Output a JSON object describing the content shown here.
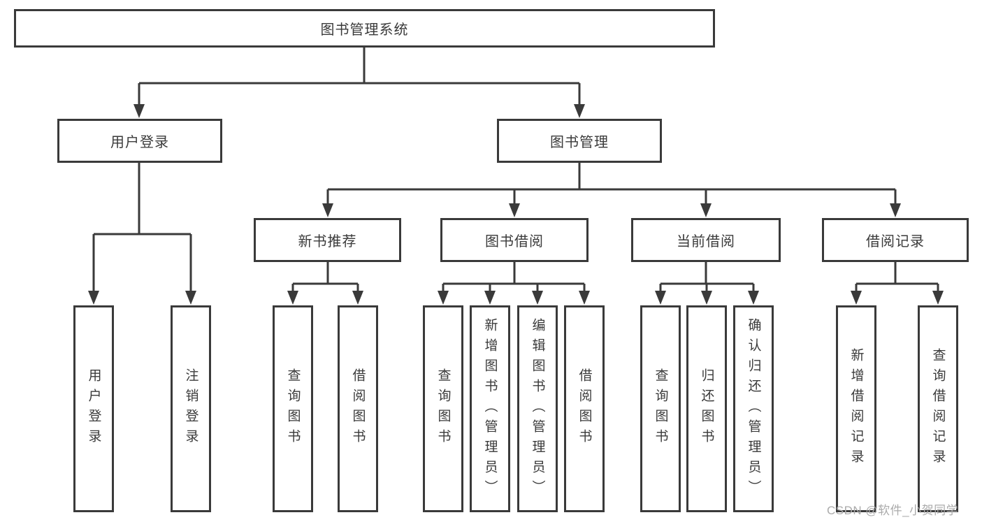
{
  "diagram_type": "tree",
  "tree": {
    "label": "图书管理系统",
    "children": [
      {
        "label": "用户登录",
        "children": [
          {
            "label": "用户登录"
          },
          {
            "label": "注销登录"
          }
        ]
      },
      {
        "label": "图书管理",
        "children": [
          {
            "label": "新书推荐",
            "children": [
              {
                "label": "查询图书"
              },
              {
                "label": "借阅图书"
              }
            ]
          },
          {
            "label": "图书借阅",
            "children": [
              {
                "label": "查询图书"
              },
              {
                "label": "新增图书（管理员）"
              },
              {
                "label": "编辑图书（管理员）"
              },
              {
                "label": "借阅图书"
              }
            ]
          },
          {
            "label": "当前借阅",
            "children": [
              {
                "label": "查询图书"
              },
              {
                "label": "归还图书"
              },
              {
                "label": "确认归还（管理员）"
              }
            ]
          },
          {
            "label": "借阅记录",
            "children": [
              {
                "label": "新增借阅记录"
              },
              {
                "label": "查询借阅记录"
              }
            ]
          }
        ]
      }
    ]
  },
  "watermark": {
    "text": "CSDN @软件_小贺同学"
  },
  "colors": {
    "line": "#3a3a3a",
    "text": "#3a3a3a",
    "watermark": "#ababab",
    "background": "#ffffff"
  }
}
